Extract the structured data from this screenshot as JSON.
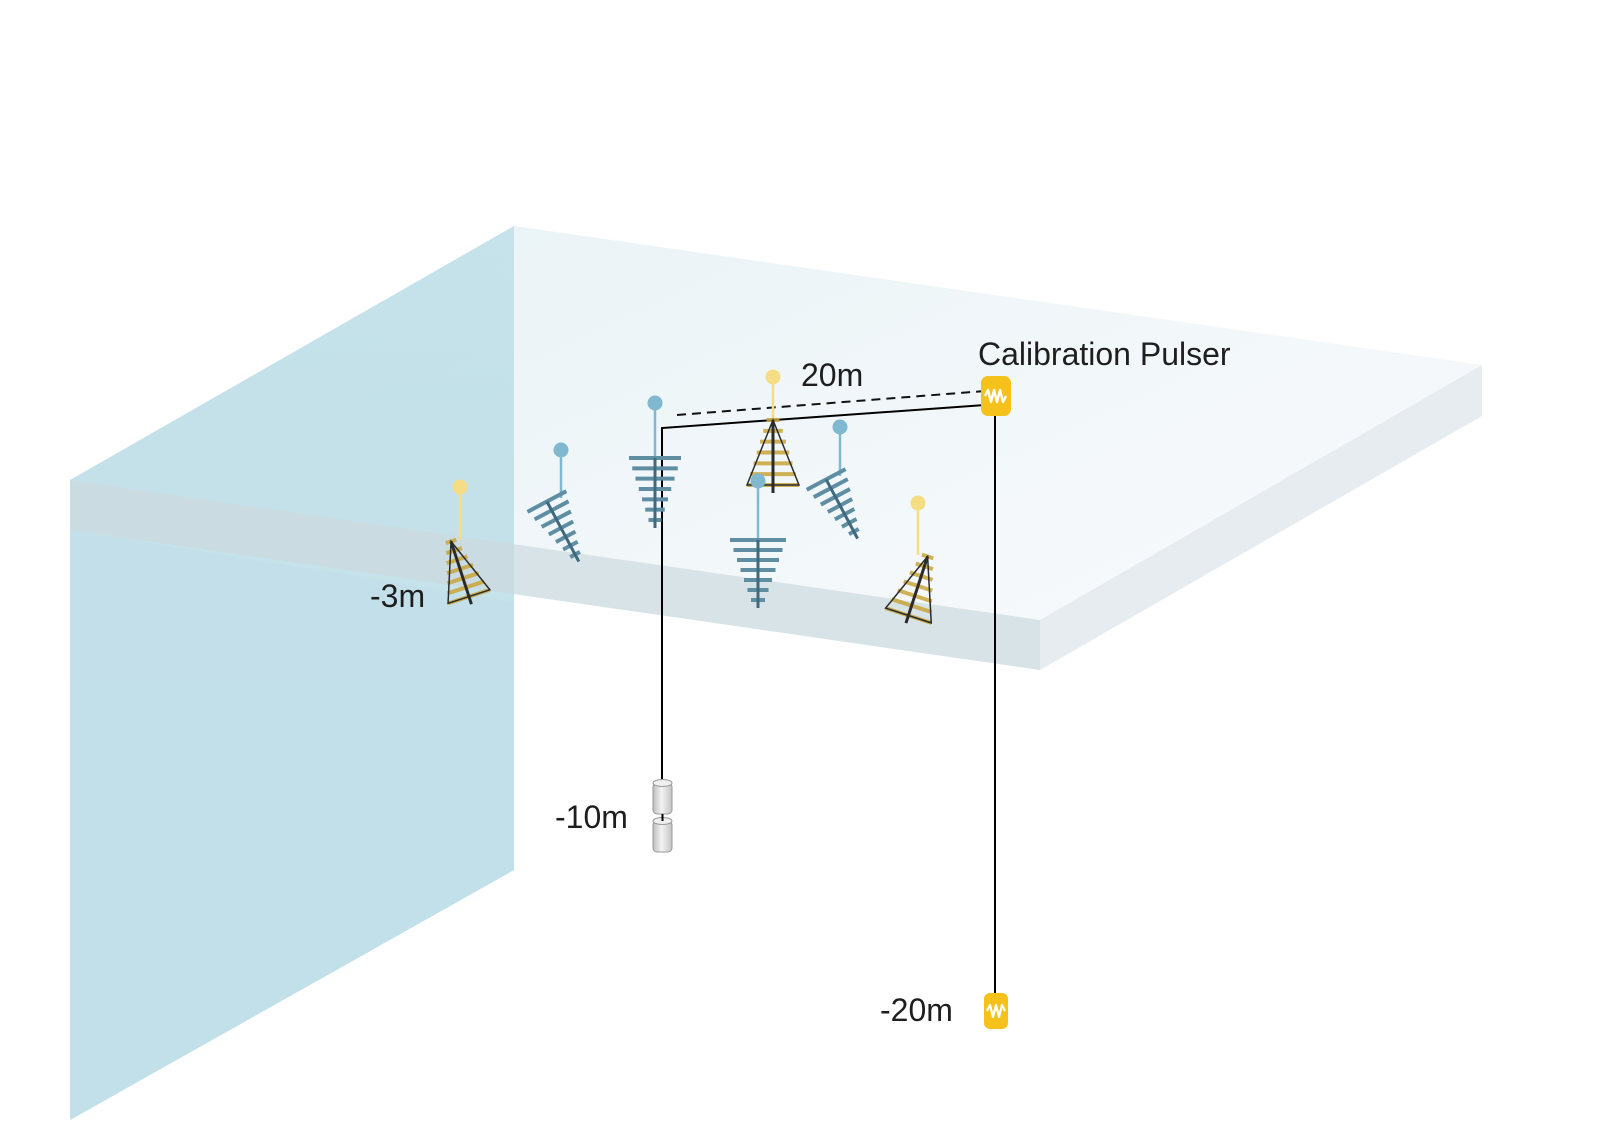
{
  "diagram": {
    "labels": {
      "calibration_pulser": "Calibration Pulser",
      "distance": "20m",
      "depth_shallow": "-3m",
      "depth_mid": "-10m",
      "depth_deep": "-20m"
    },
    "colors": {
      "ice_wall_front": "#c3e0ea",
      "ice_top": "#eef5f8",
      "ice_slab_edge": "#d9e3e7",
      "antenna_blue": "#5f8ea3",
      "antenna_blue_light": "#80b8d0",
      "antenna_yellow": "#c8a43a",
      "antenna_yellow_light": "#f4dd85",
      "pulser": "#f6c21a",
      "cable": "#000000",
      "weight": "#e2e2e2"
    },
    "icons": {
      "pulser": "calibration-pulser-icon",
      "antenna": "log-periodic-antenna-icon",
      "weight": "cylinder-weight-icon"
    }
  }
}
